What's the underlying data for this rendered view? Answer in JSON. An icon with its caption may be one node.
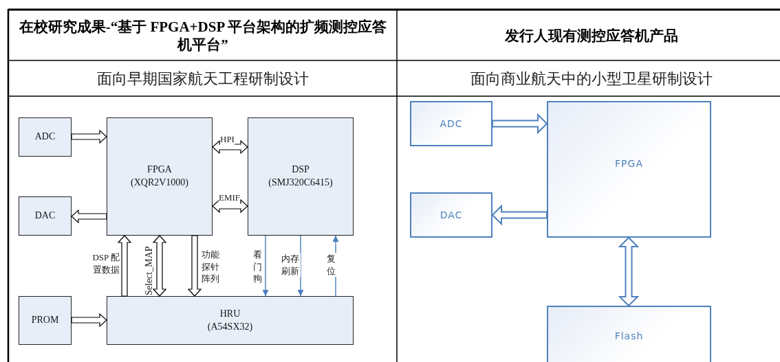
{
  "diagram": {
    "nodes": [
      {
        "text": [
          "ADC"
        ]
      },
      {
        "text": [
          "FPGA",
          "(XQR2V1000)"
        ]
      },
      {
        "text": [
          "DSP",
          "(SMJ320C6415)"
        ]
      },
      {
        "text": [
          "DAC"
        ]
      },
      {
        "text": [
          "PROM"
        ]
      },
      {
        "text": [
          "HRU",
          "(A54SX32)"
        ]
      },
      {
        "text": [
          "ADC"
        ]
      },
      {
        "text": [
          "FPGA"
        ]
      },
      {
        "text": [
          "DAC"
        ]
      },
      {
        "text": [
          "Flash"
        ]
      }
    ],
    "edges": [
      {
        "from": 0,
        "to": 1,
        "arrow": "to",
        "style": "thick"
      },
      {
        "from": 1,
        "to": 3,
        "arrow": "to",
        "style": "thick"
      },
      {
        "from": 1,
        "to": 2,
        "arrow": "both",
        "style": "thick",
        "label": "HPI"
      },
      {
        "from": 1,
        "to": 2,
        "arrow": "both",
        "style": "thick",
        "label": "EMIF"
      },
      {
        "from": 5,
        "to": 1,
        "arrow": "to",
        "style": "thick",
        "label": "DSP 配置数据"
      },
      {
        "from": 1,
        "to": 5,
        "arrow": "both",
        "style": "thick",
        "label": "Select_MAP"
      },
      {
        "from": 1,
        "to": 5,
        "arrow": "to",
        "style": "thick",
        "label": "功能探针阵列"
      },
      {
        "from": 2,
        "to": 5,
        "arrow": "to",
        "color": "#4a7ebb",
        "label": "看门狗"
      },
      {
        "from": 2,
        "to": 5,
        "arrow": "to",
        "color": "#4a7ebb",
        "label": "内存刷新"
      },
      {
        "from": 5,
        "to": 2,
        "arrow": "to",
        "color": "#4a7ebb",
        "label": "复位"
      },
      {
        "from": 4,
        "to": 5,
        "arrow": "to",
        "style": "thick"
      },
      {
        "from": 6,
        "to": 7,
        "arrow": "to",
        "style": "thick",
        "color": "#4f81bd"
      },
      {
        "from": 7,
        "to": 8,
        "arrow": "to",
        "style": "thick",
        "color": "#4f81bd"
      },
      {
        "from": 7,
        "to": 9,
        "arrow": "both",
        "style": "thick",
        "color": "#4f81bd"
      }
    ],
    "labels": [
      "在校研究成果-“基于 FPGA+DSP 平台架构的扩频测控应答机平台”",
      "发行人现有测控应答机产品",
      "面向早期国家航天工程研制设计",
      "面向商业航天中的小型卫星研制设计"
    ]
  }
}
